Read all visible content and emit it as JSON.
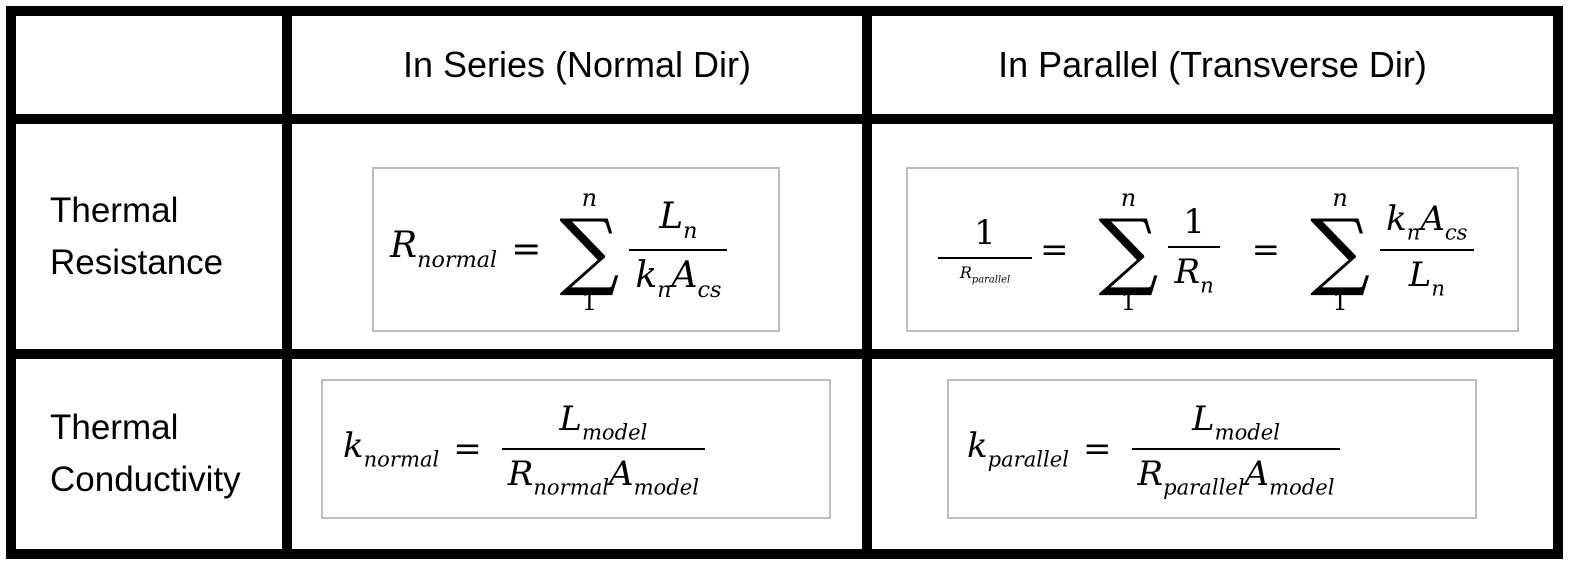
{
  "header": {
    "col1": "In Series (Normal Dir)",
    "col2": "In Parallel (Transverse Dir)"
  },
  "rows": {
    "resistance": {
      "line1": "Thermal",
      "line2": "Resistance"
    },
    "conductivity": {
      "line1": "Thermal",
      "line2": "Conductivity"
    }
  },
  "eq": {
    "series_resistance": {
      "lhs_var": "R",
      "lhs_sub": "normal",
      "op": "=",
      "sum_upper": "n",
      "sum_lower": "1",
      "num_var": "L",
      "num_sub": "n",
      "den_var1": "k",
      "den_sub1": "n",
      "den_var2": "A",
      "den_sub2": "cs"
    },
    "parallel_resistance": {
      "lhs_num": "1",
      "lhs_den_var": "R",
      "lhs_den_sub": "parallel",
      "op1": "=",
      "sum1_upper": "n",
      "sum1_lower": "1",
      "t1_num": "1",
      "t1_den_var": "R",
      "t1_den_sub": "n",
      "op2": "=",
      "sum2_upper": "n",
      "sum2_lower": "1",
      "t2_num_var1": "k",
      "t2_num_sub1": "n",
      "t2_num_var2": "A",
      "t2_num_sub2": "cs",
      "t2_den_var": "L",
      "t2_den_sub": "n"
    },
    "series_conductivity": {
      "lhs_var": "k",
      "lhs_sub": "normal",
      "op": "=",
      "num_var": "L",
      "num_sub": "model",
      "den_var1": "R",
      "den_sub1": "normal",
      "den_var2": "A",
      "den_sub2": "model"
    },
    "parallel_conductivity": {
      "lhs_var": "k",
      "lhs_sub": "parallel",
      "op": "=",
      "num_var": "L",
      "num_sub": "model",
      "den_var1": "R",
      "den_sub1": "parallel",
      "den_var2": "A",
      "den_sub2": "model"
    }
  }
}
